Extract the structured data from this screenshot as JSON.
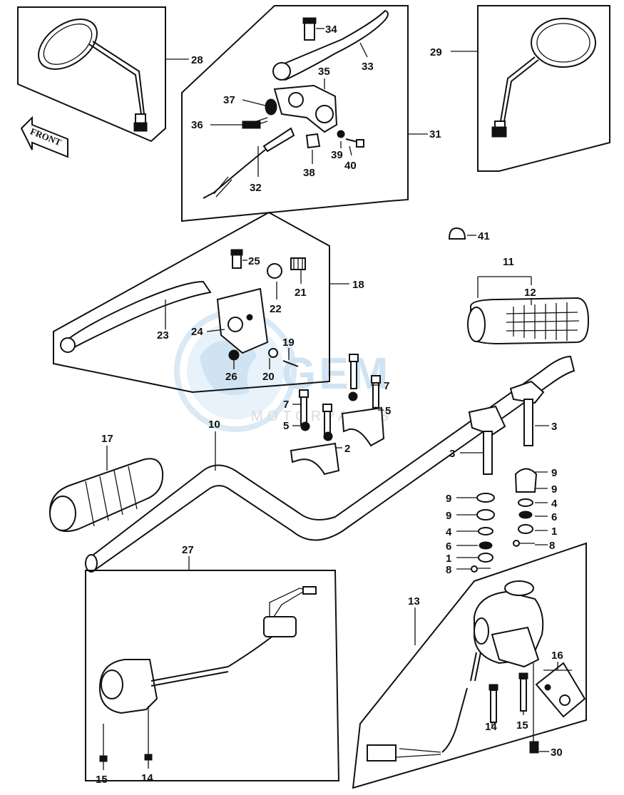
{
  "diagram": {
    "direction_label": "FRONT",
    "watermark": {
      "main": "GEM",
      "sub": "MOTORPARTS"
    },
    "callouts": [
      {
        "id": "c34",
        "text": "34"
      },
      {
        "id": "c33",
        "text": "33"
      },
      {
        "id": "c35",
        "text": "35"
      },
      {
        "id": "c37",
        "text": "37"
      },
      {
        "id": "c36",
        "text": "36"
      },
      {
        "id": "c31",
        "text": "31"
      },
      {
        "id": "c39",
        "text": "39"
      },
      {
        "id": "c40",
        "text": "40"
      },
      {
        "id": "c38",
        "text": "38"
      },
      {
        "id": "c32",
        "text": "32"
      },
      {
        "id": "c28",
        "text": "28"
      },
      {
        "id": "c29",
        "text": "29"
      },
      {
        "id": "c41",
        "text": "41"
      },
      {
        "id": "c11",
        "text": "11"
      },
      {
        "id": "c12",
        "text": "12"
      },
      {
        "id": "c25",
        "text": "25"
      },
      {
        "id": "c21",
        "text": "21"
      },
      {
        "id": "c18",
        "text": "18"
      },
      {
        "id": "c22",
        "text": "22"
      },
      {
        "id": "c23",
        "text": "23"
      },
      {
        "id": "c24",
        "text": "24"
      },
      {
        "id": "c19",
        "text": "19"
      },
      {
        "id": "c26",
        "text": "26"
      },
      {
        "id": "c20",
        "text": "20"
      },
      {
        "id": "c7a",
        "text": "7"
      },
      {
        "id": "c7b",
        "text": "7"
      },
      {
        "id": "c5a",
        "text": "5"
      },
      {
        "id": "c5b",
        "text": "5"
      },
      {
        "id": "c2",
        "text": "2"
      },
      {
        "id": "c3a",
        "text": "3"
      },
      {
        "id": "c3b",
        "text": "3"
      },
      {
        "id": "c10",
        "text": "10"
      },
      {
        "id": "c17",
        "text": "17"
      },
      {
        "id": "c9a",
        "text": "9"
      },
      {
        "id": "c9b",
        "text": "9"
      },
      {
        "id": "c9c",
        "text": "9"
      },
      {
        "id": "c9d",
        "text": "9"
      },
      {
        "id": "c4a",
        "text": "4"
      },
      {
        "id": "c4b",
        "text": "4"
      },
      {
        "id": "c6a",
        "text": "6"
      },
      {
        "id": "c6b",
        "text": "6"
      },
      {
        "id": "c1a",
        "text": "1"
      },
      {
        "id": "c1b",
        "text": "1"
      },
      {
        "id": "c8a",
        "text": "8"
      },
      {
        "id": "c8b",
        "text": "8"
      },
      {
        "id": "c27",
        "text": "27"
      },
      {
        "id": "c13",
        "text": "13"
      },
      {
        "id": "c16",
        "text": "16"
      },
      {
        "id": "c15a",
        "text": "15"
      },
      {
        "id": "c14a",
        "text": "14"
      },
      {
        "id": "c14b",
        "text": "14"
      },
      {
        "id": "c15b",
        "text": "15"
      },
      {
        "id": "c30",
        "text": "30"
      }
    ]
  }
}
